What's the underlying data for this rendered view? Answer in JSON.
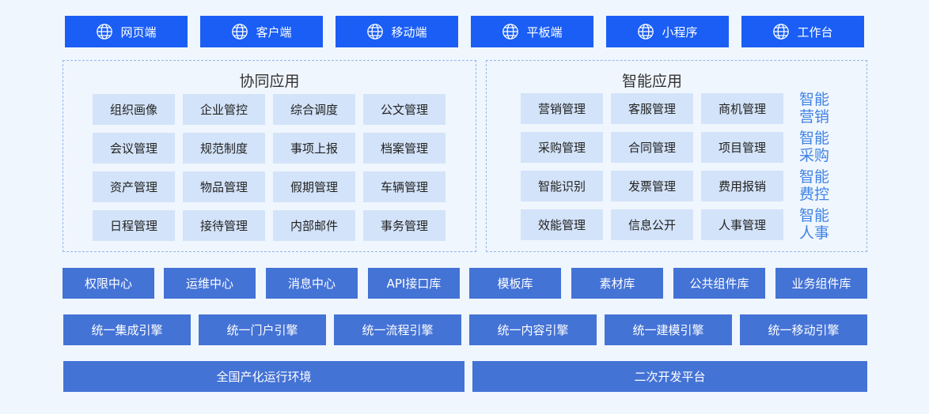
{
  "clients": [
    "网页端",
    "客户端",
    "移动端",
    "平板端",
    "小程序",
    "工作台"
  ],
  "left_panel": {
    "title": "协同应用",
    "rows": [
      [
        "组织画像",
        "企业管控",
        "综合调度",
        "公文管理"
      ],
      [
        "会议管理",
        "规范制度",
        "事项上报",
        "档案管理"
      ],
      [
        "资产管理",
        "物品管理",
        "假期管理",
        "车辆管理"
      ],
      [
        "日程管理",
        "接待管理",
        "内部邮件",
        "事务管理"
      ]
    ]
  },
  "right_panel": {
    "title": "智能应用",
    "rows": [
      [
        "营销管理",
        "客服管理",
        "商机管理"
      ],
      [
        "采购管理",
        "合同管理",
        "项目管理"
      ],
      [
        "智能识别",
        "发票管理",
        "费用报销"
      ],
      [
        "效能管理",
        "信息公开",
        "人事管理"
      ]
    ],
    "side_labels": [
      [
        "智能",
        "营销"
      ],
      [
        "智能",
        "采购"
      ],
      [
        "智能",
        "费控"
      ],
      [
        "智能",
        "人事"
      ]
    ]
  },
  "centers": [
    "权限中心",
    "运维中心",
    "消息中心",
    "API接口库",
    "模板库",
    "素材库",
    "公共组件库",
    "业务组件库"
  ],
  "engines": [
    "统一集成引擎",
    "统一门户引擎",
    "统一流程引擎",
    "统一内容引擎",
    "统一建模引擎",
    "统一移动引擎"
  ],
  "platforms": [
    "全国产化运行环境",
    "二次开发平台"
  ],
  "colors": {
    "client": "#1a5ef5",
    "bar": "#4473d6",
    "cell": "#d3e3f9",
    "side": "#3f83e4",
    "background": "#f0f6fe"
  }
}
